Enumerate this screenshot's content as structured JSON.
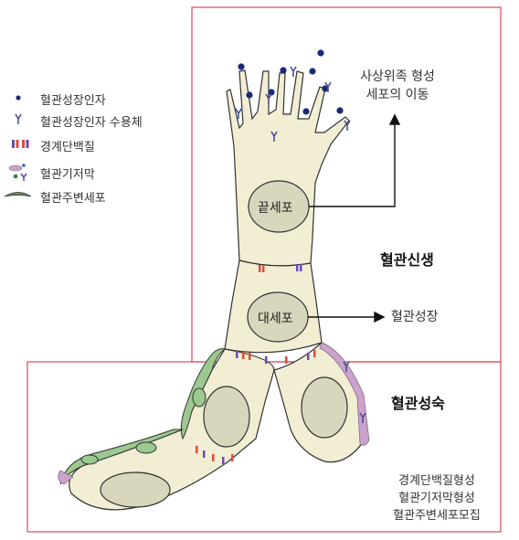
{
  "legend": {
    "items": [
      {
        "icon": "dot-icon",
        "label": "혈관성장인자"
      },
      {
        "icon": "receptor-icon",
        "label": "혈관성장인자 수용체"
      },
      {
        "icon": "junction-protein-icon",
        "label": "경계단백질"
      },
      {
        "icon": "basement-membrane-icon",
        "label": "혈관기저막"
      },
      {
        "icon": "pericyte-icon",
        "label": "혈관주변세포"
      }
    ]
  },
  "labels": {
    "tip_cell": "끝세포",
    "stalk_cell": "대세포",
    "tip_migration_line1": "사상위족 형성",
    "tip_migration_line2": "세포의 이동",
    "vascular_growth": "혈관성장",
    "angiogenesis": "혈관신생",
    "maturation": "혈관성숙",
    "maturation_line1": "경계단백질형성",
    "maturation_line2": "혈관기저막형성",
    "maturation_line3": "혈관주변세포모집"
  },
  "colors": {
    "box_border": "#d9485a",
    "cell_fill": "#f1eed4",
    "nucleus_fill": "#d8d6bd",
    "pericyte_green": "#9cc98f",
    "membrane_pink": "#c9a3c9",
    "growth_factor": "#1b2a78",
    "receptor": "#4d4d9a",
    "junction_red": "#e24b3a",
    "junction_purple": "#6a4bb3"
  }
}
